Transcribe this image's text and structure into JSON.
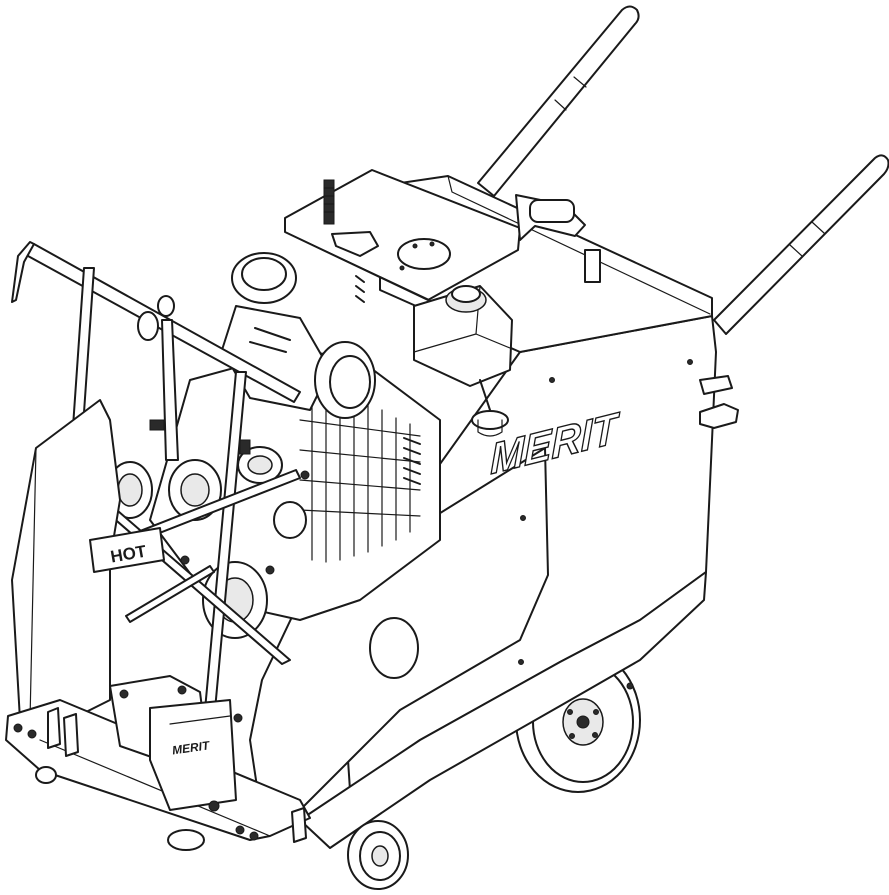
{
  "brand_text": "MERIT",
  "plate_text": "MERIT",
  "hot_label": "HOT",
  "colors": {
    "ink": "#1a1a1a",
    "paper": "#ffffff",
    "shade": "#e9e9e9"
  }
}
